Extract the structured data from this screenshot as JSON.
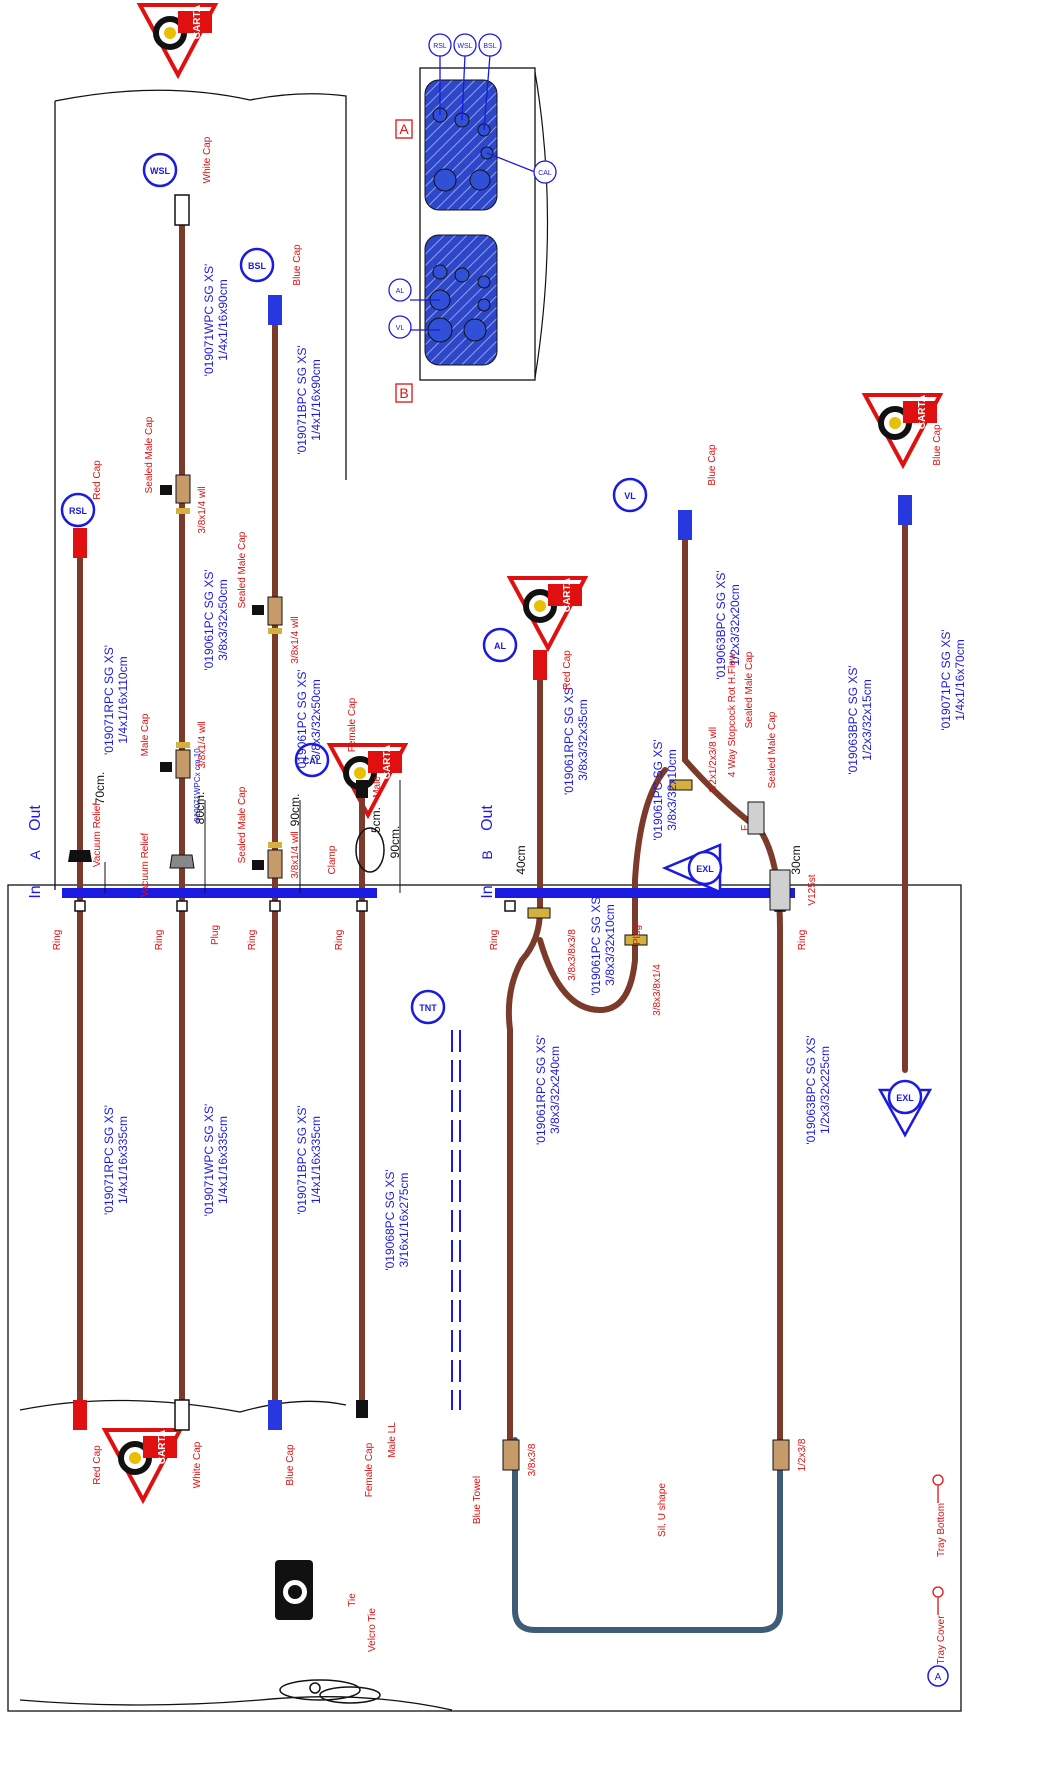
{
  "logos": {
    "brand": "CARTA"
  },
  "section_labels": {
    "a_square": "A",
    "b_square": "B",
    "in": "In",
    "out": "Out",
    "A": "A",
    "B": "B",
    "note_circle": "A"
  },
  "legend": {
    "tray_cover": "Tray Cover",
    "tray_bottom": "Tray Bottom"
  },
  "overview": {
    "rsl": "RSL",
    "wsl": "WSL",
    "bsl": "BSL",
    "cal": "CAL",
    "al": "AL",
    "vl": "VL"
  },
  "tags": {
    "rsl": "RSL",
    "wsl": "WSL",
    "bsl": "BSL",
    "cal": "CAL",
    "al": "AL",
    "vl": "VL",
    "exl_1": "EXL",
    "exl_2": "EXL",
    "tnt": "TNT"
  },
  "parts": {
    "p1": {
      "code": "'019071RPC SG XS'",
      "size": "1/4x1/16x110cm"
    },
    "p2": {
      "code": "'019071WPC SG XS'",
      "size": "1/4x1/16x90cm"
    },
    "p3": {
      "code": "'019061PC SG XS'",
      "size": "3/8x3/32x50cm"
    },
    "p4": {
      "code": "'019071BPC SG XS'",
      "size": "1/4x1/16x90cm"
    },
    "p5": {
      "code": "'019061PC SG XS'",
      "size": "3/8x3/32x50cm"
    },
    "p6": {
      "code": "'019071RPC SG XS'",
      "size": "1/4x1/16x335cm"
    },
    "p7": {
      "code": "'019071WPC SG XS'",
      "size": "1/4x1/16x335cm"
    },
    "p8": {
      "code": "'019071BPC SG XS'",
      "size": "1/4x1/16x335cm"
    },
    "p9": {
      "code": "'019068PC SG XS'",
      "size": "3/16x1/16x275cm"
    },
    "p10": {
      "code": "'019061RPC SG XS'",
      "size": "3/8x3/32x35cm"
    },
    "p11": {
      "code": "'019061PC SG XS'",
      "size": "3/8x3/32x10cm"
    },
    "p12": {
      "code": "'019061PC SG XS'",
      "size": "3/8x3/32x10cm"
    },
    "p13": {
      "code": "'019063BPC SG XS'",
      "size": "1/2x3/32x20cm"
    },
    "p14": {
      "code": "'019063BPC SG XS'",
      "size": "1/2x3/32x15cm"
    },
    "p15": {
      "code": "'019071PC SG XS'",
      "size": "1/4x1/16x70cm"
    },
    "p16": {
      "code": "'019061RPC SG XS'",
      "size": "3/8x3/32x240cm"
    },
    "p17": {
      "code": "'019063BPC SG XS'",
      "size": "1/2x3/32x225cm"
    },
    "small_code": "019071WPCx cm 10"
  },
  "callouts": {
    "red_cap_1": "Red Cap",
    "white_cap_1": "White Cap",
    "blue_cap_1": "Blue Cap",
    "sealed_male_cap_1": "Sealed Male Cap",
    "fit_38x14_1": "3/8x1/4 wll",
    "sealed_male_cap_2": "Sealed Male Cap",
    "fit_38x14_2": "3/8x1/4 wll",
    "male_cap": "Male Cap",
    "fit_38x14_3": "3/8x1/4 wll",
    "sealed_male_cap_3": "Sealed Male Cap",
    "fit_38x14_4": "3/8x1/4 wll",
    "vacuum_relief_1": "Vacuum Relief",
    "vacuum_relief_2": "Vacuum Relief",
    "female_cap_1": "Female Cap",
    "male_ll_1": "Male LL",
    "clamp": "Clamp",
    "ring_1": "Ring",
    "ring_2": "Ring",
    "plug_1": "Plug",
    "ring_3": "Ring",
    "ring_4": "Ring",
    "red_cap_2": "Red Cap",
    "white_cap_2": "White Cap",
    "blue_cap_2": "Blue Cap",
    "female_cap_2": "Female Cap",
    "male_ll_2": "Male LL",
    "tie": "Tie",
    "velcro_tie": "Velcro Tie",
    "blue_towel": "Blue Towel",
    "red_cap_3": "Red Cap",
    "fit_38x38x38": "3/8x3/8x3/8",
    "fit_38x38x14": "3/8x3/8x1/4",
    "blue_cap_3": "Blue Cap",
    "fit_12x12x38": "1/2x1/2x3/8 wll",
    "stopcock": "4 Way Stopcock Rot H.Flow",
    "sealed_male_cap_4": "Sealed Male Cap",
    "sealed_male_cap_5": "Sealed Male Cap",
    "f_mark": "F",
    "v125st": "V125st",
    "ring_5": "Ring",
    "plug_2": "Plug",
    "ring_6": "Ring",
    "fit_38x38": "3/8x3/8",
    "fit_12x38": "1/2x3/8",
    "sil_u_shape": "Sil. U shape",
    "blue_cap_4": "Blue Cap"
  },
  "dimensions": {
    "d70": "70cm.",
    "d80": "80cm.",
    "d90a": "90cm.",
    "d90b": "90cm.",
    "d5": "5cm.",
    "d40": "40cm",
    "d30": "30cm"
  }
}
